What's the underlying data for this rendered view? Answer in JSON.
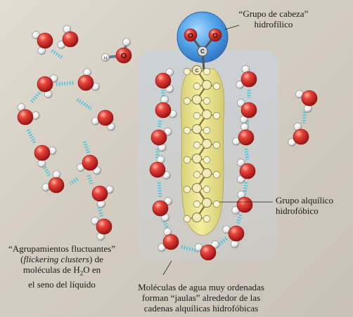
{
  "labels": {
    "head_group_line1": "“Grupo de cabeza”",
    "head_group_line2": "hidrofílico",
    "alkyl_group_line1": "Grupo alquílico",
    "alkyl_group_line2": "hidrofóbico",
    "clusters_line1": "“Agrupamientos fluctuantes”",
    "clusters_line2_open": "(",
    "clusters_line2_italic": "flickering clusters",
    "clusters_line2_close": ") de",
    "clusters_line3_pre": "moléculas de H",
    "clusters_line3_sub": "2",
    "clusters_line3_post": "O en",
    "clusters_line4": "el seno del líquido",
    "cages_line1": "Moléculas de agua muy ordenadas",
    "cages_line2": "forman “jaulas” alrededor de las",
    "cages_line3": "cadenas alquílicas hidrofóbicas"
  },
  "atom_letters": {
    "oxygen": "O",
    "carbon": "C",
    "hydrogen": "H"
  },
  "colors": {
    "oxygen": "#d42a2a",
    "hydrogen": "#f4f4f4",
    "bond": "#6a7d96",
    "hbond": "#49c2de",
    "head": "#3b93e0",
    "tail": "#ece58c"
  }
}
